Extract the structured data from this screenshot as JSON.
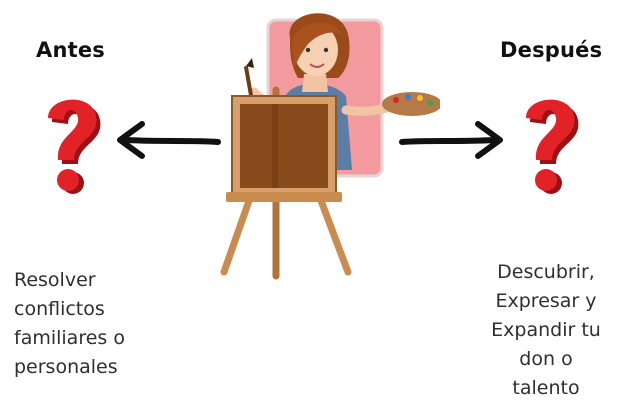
{
  "before": {
    "title": "Antes",
    "description_lines": [
      "Resolver",
      "conflictos",
      "familiares o",
      "personales"
    ]
  },
  "after": {
    "title": "Después",
    "description_lines": [
      "Descubrir,",
      "Expresar y",
      "Expandir tu",
      "don o",
      "talento"
    ]
  },
  "icons": {
    "left_question": "question-mark-icon",
    "right_question": "question-mark-icon",
    "left_arrow": "arrow-left-icon",
    "right_arrow": "arrow-right-icon",
    "center": "painter-at-easel-illustration"
  },
  "colors": {
    "question_red": "#e32227",
    "arrow_black": "#111111",
    "canvas_brown": "#8a4b1c",
    "easel_tan": "#c98b4e",
    "backdrop_pink": "#f29a9e"
  }
}
